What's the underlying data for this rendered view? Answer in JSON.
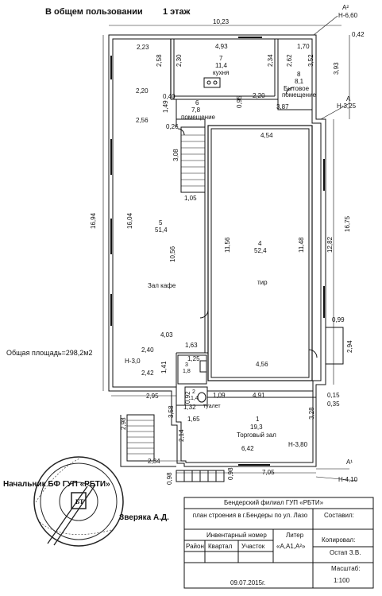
{
  "header": {
    "title": "В общем пользовании",
    "floor": "1 этаж"
  },
  "marks": {
    "a2_top": "A²",
    "h_top": "Н-6,60",
    "a_right": "A",
    "h_mid": "Н-3,25",
    "a1_bottom": "A¹",
    "h_bottom": "Н-4,10",
    "h_left": "Н-3,0",
    "h_shop": "Н-3,80"
  },
  "total_area": "Общая площадь=298,2м2",
  "rooms": [
    {
      "num": "7",
      "area": "11,4",
      "name": "кухня"
    },
    {
      "num": "8",
      "area": "8,1",
      "name": "Бытовое помещение"
    },
    {
      "num": "6",
      "area": "7,8",
      "name": "помещение"
    },
    {
      "num": "5",
      "area": "51,4",
      "name": "Зал кафе"
    },
    {
      "num": "4",
      "area": "52,4",
      "name": "тир"
    },
    {
      "num": "3",
      "area": "1,8",
      "name": ""
    },
    {
      "num": "2",
      "area": "1,4",
      "name": "туалет"
    },
    {
      "num": "1",
      "area": "19,3",
      "name": "Торговый зал"
    }
  ],
  "dims": {
    "d1023": "10,23",
    "d042": "0,42",
    "d223": "2,23",
    "d493": "4,93",
    "d170": "1,70",
    "d258": "2,58",
    "d230": "2,30",
    "d234": "2,34",
    "d262": "2,62",
    "d352": "3,52",
    "d393": "3,93",
    "d220a": "2,20",
    "d040": "0,40",
    "d149": "1,49",
    "d095": "0,95",
    "d220b": "2,20",
    "d387": "3,87",
    "d256": "2,56",
    "d026": "0,26",
    "d454": "4,54",
    "d308": "3,08",
    "d105": "1,05",
    "d1694": "16,94",
    "d1604": "16,04",
    "d1056": "10,56",
    "d1156": "11,56",
    "d1148": "11,48",
    "d1282": "12,82",
    "d1675": "16,75",
    "d099": "0,99",
    "d294": "2,94",
    "d403": "4,03",
    "d163": "1,63",
    "d240": "2,40",
    "d242": "2,42",
    "d141": "1,41",
    "d125": "1,25",
    "d456": "4,56",
    "d295": "2,95",
    "d092": "0,92",
    "d132": "1,32",
    "d109": "1,09",
    "d491": "4,91",
    "d015": "0,15",
    "d035": "0,35",
    "d298": "2,98",
    "d358": "3,58",
    "d165": "1,65",
    "d328": "3,28",
    "d214": "2,14",
    "d642": "6,42",
    "d234b": "2,34",
    "d098a": "0,98",
    "d098b": "0,98",
    "d705": "7,05"
  },
  "signature": {
    "title": "Начальник БФ ГУП «РБТИ»",
    "name": "Зверяка А.Д."
  },
  "table": {
    "org": "Бендерский филиал  ГУП «РБТИ»",
    "plan_title": "план строения в г.Бендеры по ул. Лазо",
    "compiled": "Составил:",
    "inv_label": "Инвентарный номер",
    "liter_label": "Литер",
    "liter_value": "«A,A1,A²»",
    "cols": [
      "Район",
      "Квартал",
      "Участок"
    ],
    "copied": "Копировал:",
    "copier": "Остап З.В.",
    "date": "09.07.2015г.",
    "scale_label": "Масштаб:",
    "scale": "1:100"
  }
}
